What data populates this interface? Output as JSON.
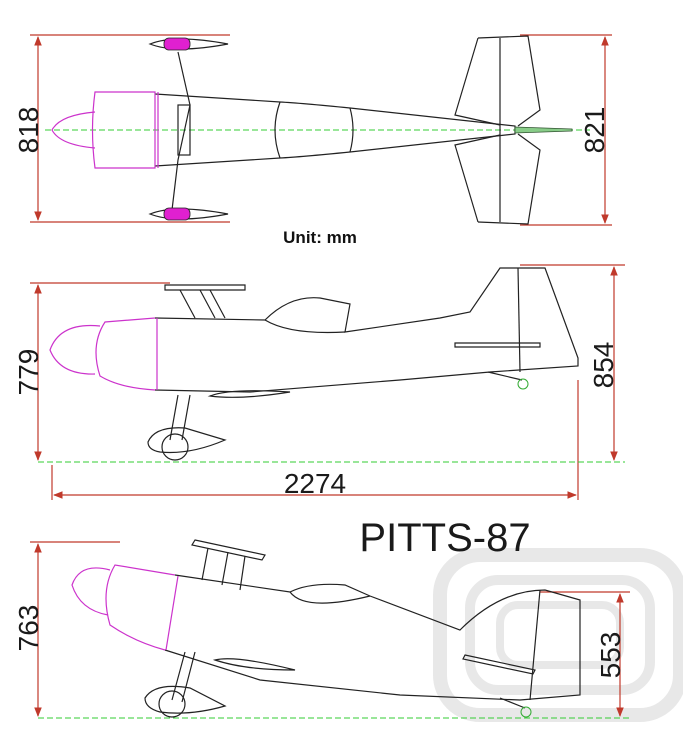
{
  "diagram": {
    "title": "PITTS-87",
    "unit_label": "Unit: mm",
    "dimensions": {
      "top_view_left_height": "818",
      "top_view_right_height": "821",
      "side_view_left_height": "779",
      "side_view_right_height": "854",
      "side_view_length": "2274",
      "perspective_left_height": "763",
      "perspective_right_height": "553"
    },
    "colors": {
      "dimension": "#c0392b",
      "outline": "#222222",
      "cowl": "#cc33cc",
      "centerline": "#33cc33",
      "wheel_pant": "#e020d0",
      "watermark": "#e8e8e8"
    }
  }
}
